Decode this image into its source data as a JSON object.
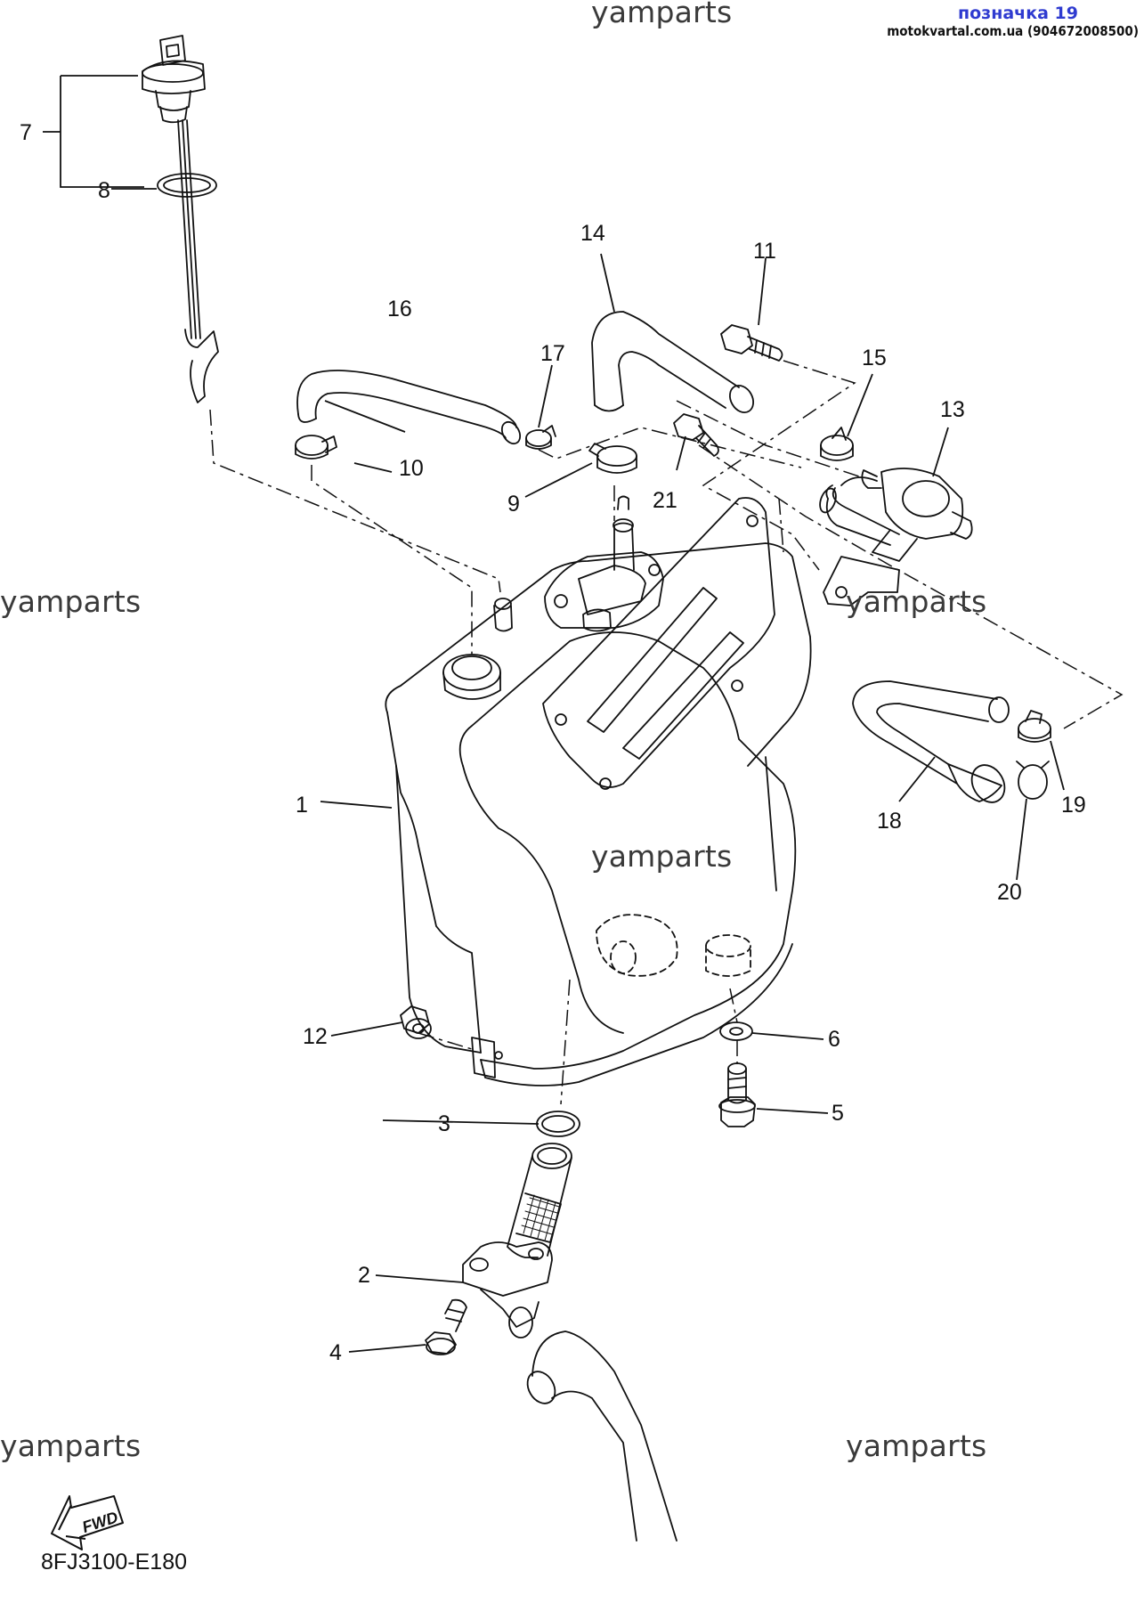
{
  "header": {
    "label": "позначка 19",
    "site": "motokvartal.com.ua (904672008500)"
  },
  "watermarks": [
    "yamparts",
    "yamparts",
    "yamparts",
    "yamparts",
    "yamparts",
    "yamparts"
  ],
  "diagram_code": "8FJ3100-E180",
  "fwd_label": "FWD",
  "callouts": [
    "1",
    "2",
    "3",
    "4",
    "5",
    "6",
    "7",
    "8",
    "9",
    "10",
    "11",
    "12",
    "13",
    "14",
    "15",
    "16",
    "17",
    "18",
    "19",
    "20",
    "21"
  ]
}
